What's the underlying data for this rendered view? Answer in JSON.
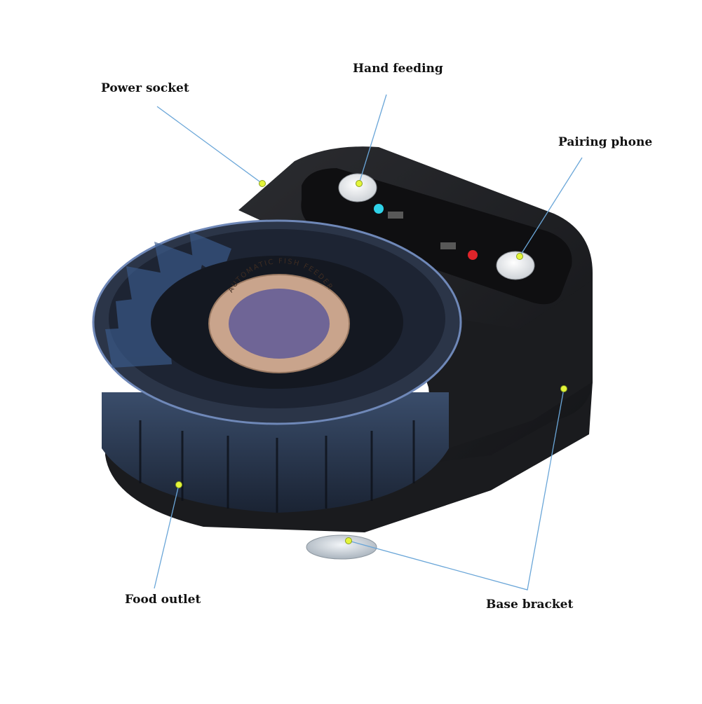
{
  "callouts": {
    "hand_feeding": "Hand feeding",
    "power_socket": "Power socket",
    "pairing_phone": "Pairing phone",
    "food_outlet": "Food outlet",
    "base_bracket": "Base bracket"
  },
  "device": {
    "lid_text": "AUTOMATIC FISH FEEDER",
    "body_color": "#1e1f22",
    "panel_color": "#0f0f11",
    "hopper_color": "#24324a",
    "label_ring_color": "#c9a48c",
    "label_center_color": "#6f6596",
    "led_left_color": "#2fd2e8",
    "led_right_color": "#e0242a"
  },
  "colors": {
    "leader_line": "#6aa6d8",
    "marker_dot": "#e4f53a"
  }
}
